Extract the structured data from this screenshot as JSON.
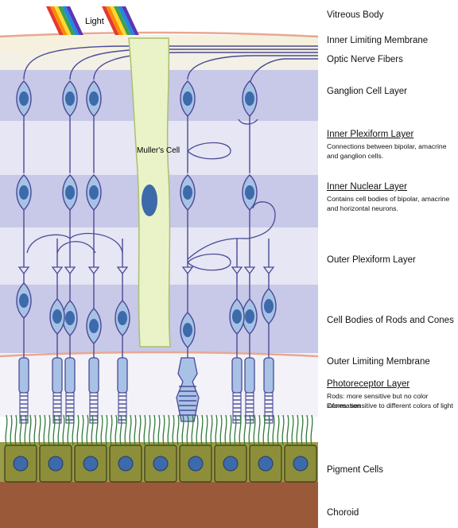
{
  "annotations": {
    "light": "Light",
    "muller_cell": "Muller's Cell"
  },
  "labels": [
    {
      "text": "Vitreous Body"
    },
    {
      "text": "Inner Limiting Membrane"
    },
    {
      "text": "Optic Nerve Fibers"
    },
    {
      "text": "Ganglion Cell Layer"
    },
    {
      "text": "Inner Plexiform Layer",
      "description": "Connections between bipolar, amacrine and ganglion cells."
    },
    {
      "text": "Inner Nuclear Layer",
      "description": "Contains cell bodies of bipolar, amacrine and horizontal neurons."
    },
    {
      "text": "Outer Plexiform Layer"
    },
    {
      "text": "Cell Bodies of Rods and Cones"
    },
    {
      "text": "Outer Limiting Membrane"
    },
    {
      "text": "Photoreceptor Layer",
      "description_lines": [
        "Rods: more sensitive but no color information",
        "Cones: sensitive to different colors of light"
      ]
    },
    {
      "text": "Pigment Cells"
    },
    {
      "text": "Choroid"
    }
  ],
  "colors": {
    "band": "#dcdcf0",
    "band_dark": "#b8b8de",
    "neuron": "#4a4a96",
    "nucleus": "#3c6aaa",
    "cell_fill": "#a8c2e6",
    "muller_fill": "#eaf3c8",
    "muller_stroke": "#a8c070",
    "membrane": "#e8a890",
    "pigment_fill": "#8c8e3a",
    "choroid": "#9a5a3a",
    "cilia": "#2f7a3a"
  }
}
